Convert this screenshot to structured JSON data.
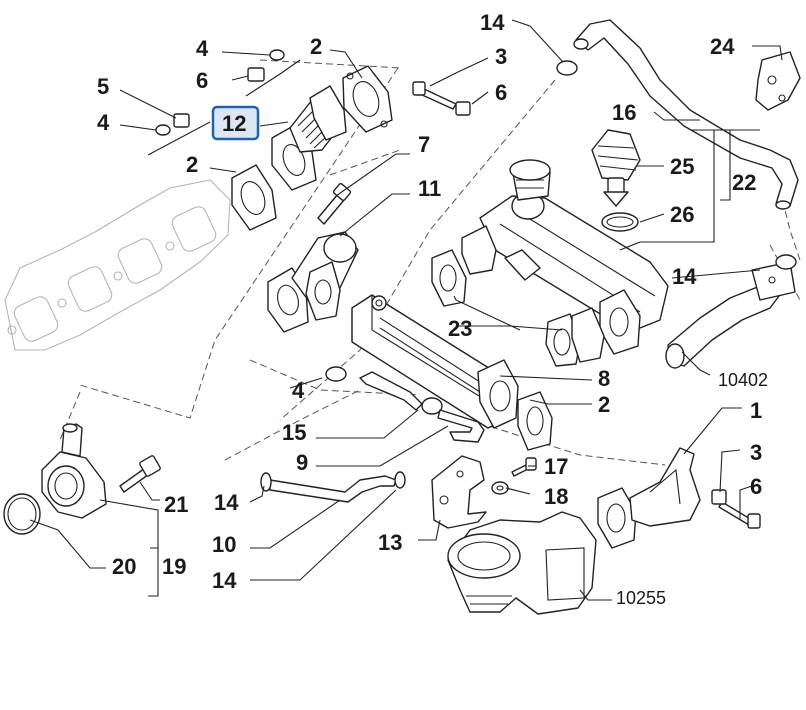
{
  "diagram": {
    "highlighted_callout": "12",
    "callouts": [
      {
        "id": "c4a",
        "text": "4"
      },
      {
        "id": "c2a",
        "text": "2"
      },
      {
        "id": "c6a",
        "text": "6"
      },
      {
        "id": "c5",
        "text": "5"
      },
      {
        "id": "c4b",
        "text": "4"
      },
      {
        "id": "c12",
        "text": "12"
      },
      {
        "id": "c2b",
        "text": "2"
      },
      {
        "id": "c14a",
        "text": "14"
      },
      {
        "id": "c3a",
        "text": "3"
      },
      {
        "id": "c6b",
        "text": "6"
      },
      {
        "id": "c24",
        "text": "24"
      },
      {
        "id": "c16",
        "text": "16"
      },
      {
        "id": "c7",
        "text": "7"
      },
      {
        "id": "c11",
        "text": "11"
      },
      {
        "id": "c25",
        "text": "25"
      },
      {
        "id": "c22",
        "text": "22"
      },
      {
        "id": "c26",
        "text": "26"
      },
      {
        "id": "c14b",
        "text": "14"
      },
      {
        "id": "c23",
        "text": "23"
      },
      {
        "id": "c10402",
        "text": "10402"
      },
      {
        "id": "c8",
        "text": "8"
      },
      {
        "id": "c4c",
        "text": "4"
      },
      {
        "id": "c2c",
        "text": "2"
      },
      {
        "id": "c15",
        "text": "15"
      },
      {
        "id": "c9",
        "text": "9"
      },
      {
        "id": "c1",
        "text": "1"
      },
      {
        "id": "c3b",
        "text": "3"
      },
      {
        "id": "c17",
        "text": "17"
      },
      {
        "id": "c6c",
        "text": "6"
      },
      {
        "id": "c18",
        "text": "18"
      },
      {
        "id": "c21",
        "text": "21"
      },
      {
        "id": "c14c",
        "text": "14"
      },
      {
        "id": "c13",
        "text": "13"
      },
      {
        "id": "c10",
        "text": "10"
      },
      {
        "id": "c20",
        "text": "20"
      },
      {
        "id": "c19",
        "text": "19"
      },
      {
        "id": "c14d",
        "text": "14"
      },
      {
        "id": "c10255",
        "text": "10255"
      }
    ]
  }
}
